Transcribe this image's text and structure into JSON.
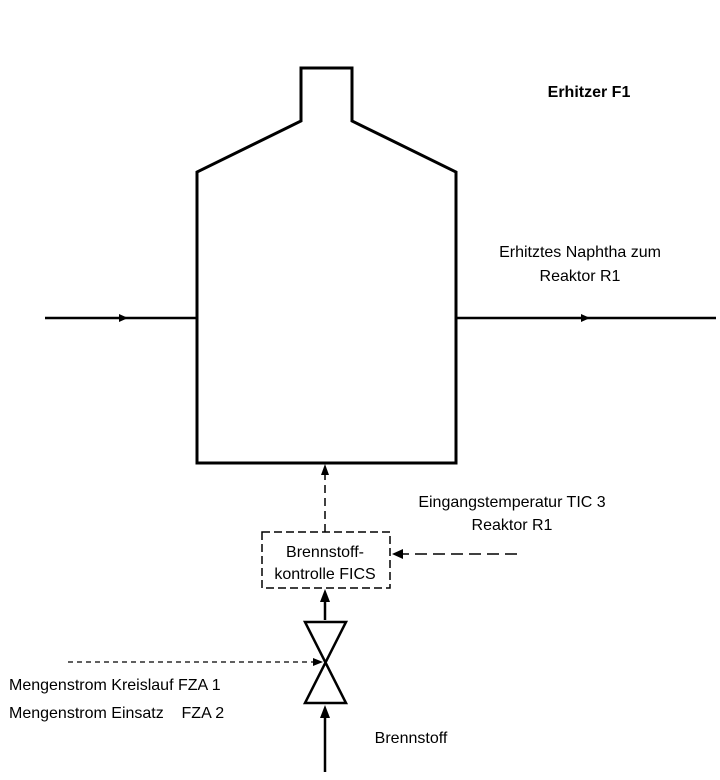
{
  "title": "Erhitzer F1",
  "outlet_label": [
    "Erhitztes Naphtha zum",
    "Reaktor R1"
  ],
  "setpoint_label": [
    "Eingangstemperatur TIC 3",
    "Reaktor R1"
  ],
  "controller_label": [
    "Brennstoff-",
    "kontrolle FICS"
  ],
  "flow_labels": [
    "Mengenstrom Kreislauf FZA 1",
    "Mengenstrom Einsatz    FZA 2"
  ],
  "fuel_label": "Brennstoff",
  "colors": {
    "line": "#000000",
    "background": "#ffffff"
  }
}
